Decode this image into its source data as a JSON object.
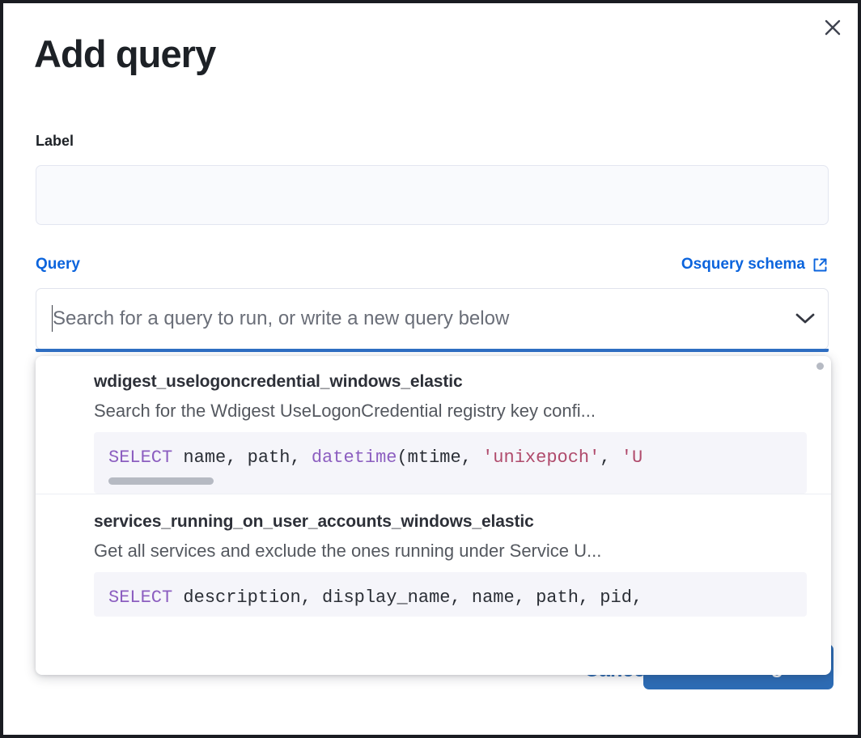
{
  "modal": {
    "title": "Add query",
    "close_icon": "close-icon"
  },
  "label_field": {
    "label": "Label",
    "value": "",
    "placeholder": ""
  },
  "query_section": {
    "label": "Query",
    "schema_link_text": "Osquery schema",
    "schema_link_icon": "external-link-icon",
    "combo_placeholder": "Search for a query to run, or write a new query below",
    "combo_value": "",
    "chevron_icon": "chevron-down-icon"
  },
  "dropdown": {
    "options": [
      {
        "title": "wdigest_uselogoncredential_windows_elastic",
        "description": "Search for the Wdigest UseLogonCredential registry key confi...",
        "code_tokens": [
          {
            "t": "SELECT",
            "c": "kw"
          },
          {
            "t": " name, path, ",
            "c": "plain"
          },
          {
            "t": "datetime",
            "c": "fn"
          },
          {
            "t": "(mtime, ",
            "c": "plain"
          },
          {
            "t": "'unixepoch'",
            "c": "str"
          },
          {
            "t": ", ",
            "c": "plain"
          },
          {
            "t": "'U",
            "c": "str"
          }
        ]
      },
      {
        "title": "services_running_on_user_accounts_windows_elastic",
        "description": "Get all services and exclude the ones running under Service U...",
        "code_tokens": [
          {
            "t": "SELECT",
            "c": "kw"
          },
          {
            "t": " description, display_name, name, path, pid,",
            "c": "plain"
          }
        ]
      }
    ]
  },
  "footer": {
    "cancel_label": "Cancel",
    "save_label": "Save changes"
  },
  "colors": {
    "accent_blue": "#0b64dd",
    "button_blue": "#2d6cb5",
    "focus_underline": "#2f6fc4",
    "keyword_purple": "#8c5ec0",
    "string_crimson": "#b04b6c",
    "text_dark": "#1d2126",
    "code_bg": "#f5f5fa",
    "input_bg": "#f9fafd"
  }
}
